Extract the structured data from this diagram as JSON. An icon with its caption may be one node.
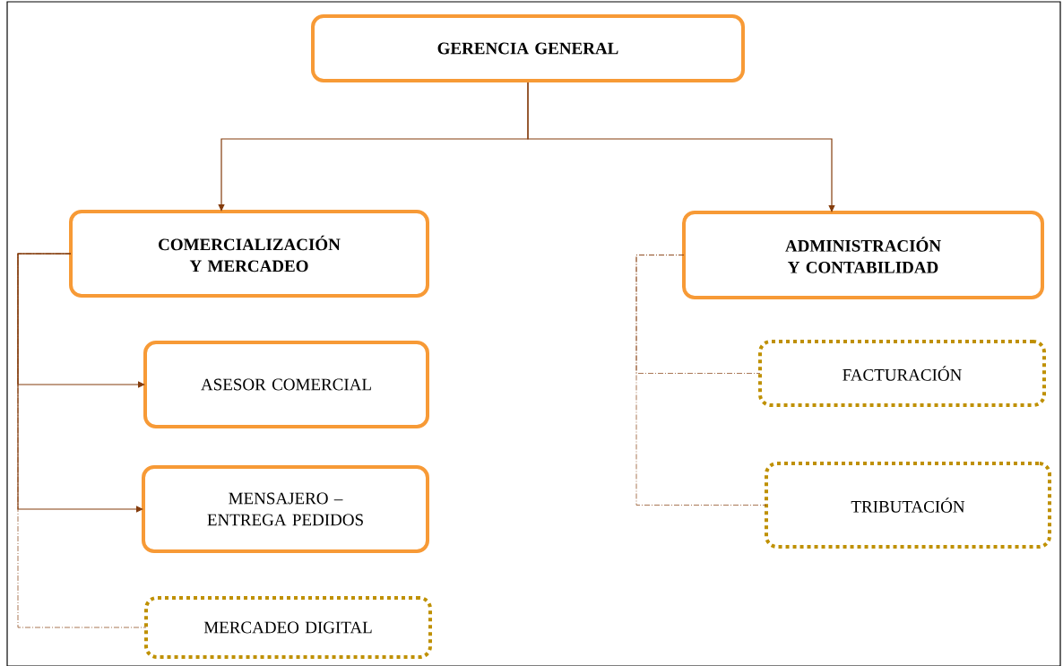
{
  "diagram": {
    "nodes": [
      {
        "text": [
          "GERENCIA GENERAL"
        ]
      },
      {
        "text": [
          "COMERCIALIZACIÓN Y MERCADEO"
        ]
      },
      {
        "text": [
          "ADMINISTRACIÓN Y CONTABILIDAD"
        ]
      },
      {
        "text": [
          "ASESOR COMERCIAL"
        ]
      },
      {
        "text": [
          "MENSAJERO – ENTREGA PEDIDOS"
        ]
      },
      {
        "text": [
          "MERCADEO DIGITAL"
        ]
      },
      {
        "text": [
          "FACTURACIÓN"
        ]
      },
      {
        "text": [
          "TRIBUTACIÓN"
        ]
      }
    ],
    "edges": [
      {
        "from": 0,
        "to": 1,
        "arrow": "to"
      },
      {
        "from": 0,
        "to": 2,
        "arrow": "to"
      },
      {
        "from": 1,
        "to": 3,
        "arrow": "to"
      },
      {
        "from": 1,
        "to": 4,
        "arrow": "to"
      },
      {
        "from": 1,
        "to": 5,
        "arrow": "none",
        "style": "dashed"
      },
      {
        "from": 2,
        "to": 6,
        "arrow": "none",
        "style": "dashed"
      },
      {
        "from": 2,
        "to": 7,
        "arrow": "none",
        "style": "dashed"
      }
    ]
  }
}
